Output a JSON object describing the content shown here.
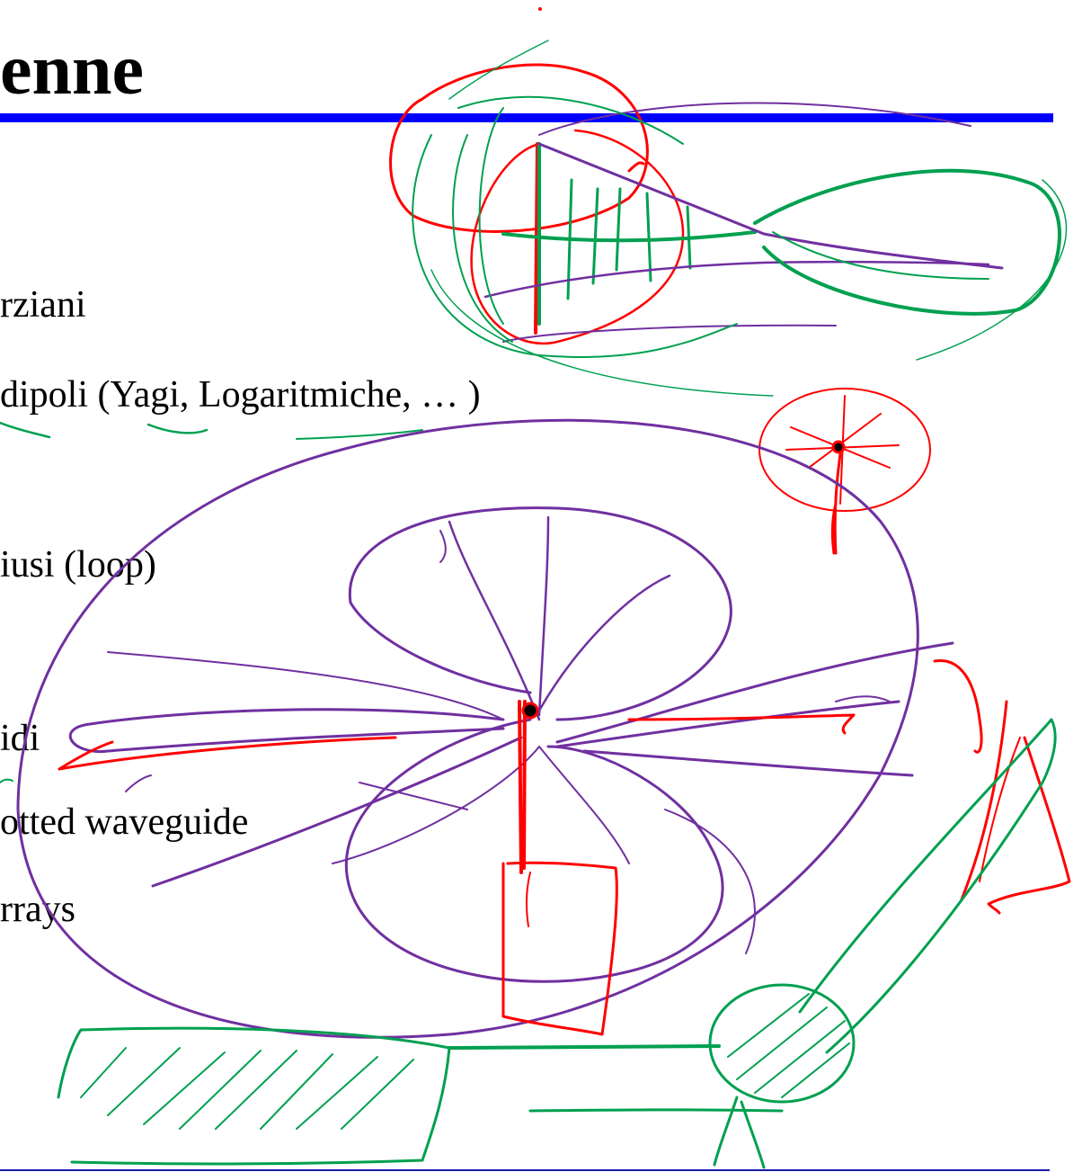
{
  "slide": {
    "title": "enne",
    "items": [
      "rziani",
      "dipoli (Yagi, Logaritmiche, … )",
      "iusi  (loop)",
      "idi",
      "otted waveguide",
      "rrays"
    ]
  },
  "colors": {
    "title_rule": "#0000ff",
    "ink_purple": "#7030a0",
    "ink_red": "#ff0000",
    "ink_green": "#00a050"
  }
}
